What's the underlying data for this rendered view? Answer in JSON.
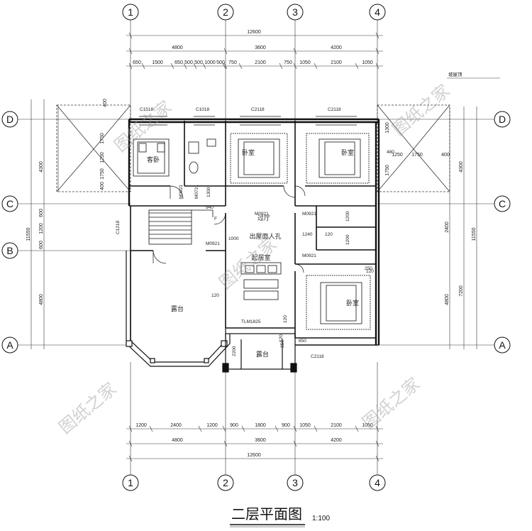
{
  "drawing": {
    "title": "二层平面图",
    "scale": "1:100",
    "axes": {
      "v1": "1",
      "v2": "2",
      "v3": "3",
      "v4": "4",
      "hA": "A",
      "hB": "B",
      "hC": "C",
      "hD": "D"
    },
    "dims_top_total": "12600",
    "dims_top_mid": [
      "4800",
      "3600",
      "4200"
    ],
    "dims_top_detail": [
      "650",
      "1500",
      "650",
      "500",
      "500",
      "1000",
      "500",
      "750",
      "2100",
      "750",
      "1050",
      "2100",
      "1050"
    ],
    "dims_bottom_detail": [
      "1200",
      "2400",
      "1200",
      "900",
      "1800",
      "900",
      "1050",
      "2100",
      "1050"
    ],
    "dims_bottom_mid": [
      "4800",
      "3600",
      "4200"
    ],
    "dims_bottom_total": "12600",
    "dims_left": [
      "400",
      "4300",
      "1750",
      "1250",
      "1750",
      "400",
      "600",
      "1200",
      "600",
      "11550",
      "4800"
    ],
    "dims_right": [
      "1300",
      "4300",
      "1750",
      "1250",
      "1750",
      "400",
      "2400",
      "7200",
      "4800",
      "11550"
    ],
    "interior_dims": [
      "940",
      "1000",
      "1240",
      "120",
      "120",
      "1200",
      "1200",
      "120",
      "250",
      "120",
      "120",
      "850",
      "250",
      "2200",
      "480",
      "1300"
    ],
    "windows": [
      "C1518",
      "C1018",
      "C2118",
      "C2118",
      "C1218",
      "C2118"
    ],
    "doors": [
      "M0921",
      "M0721",
      "M0921",
      "M0921",
      "M0921",
      "TLM1825",
      "M0921"
    ],
    "rooms": {
      "guest": "客卧",
      "bed1": "卧室",
      "bed2": "卧室",
      "bed3": "卧室",
      "corridor": "过厅",
      "roof_access": "出屋面人孔",
      "sitting": "起居室",
      "terrace_big": "露台",
      "terrace_small": "露台",
      "annotation_top": "坡屋顶",
      "stair_up": "F"
    },
    "watermark": "图纸之家"
  }
}
